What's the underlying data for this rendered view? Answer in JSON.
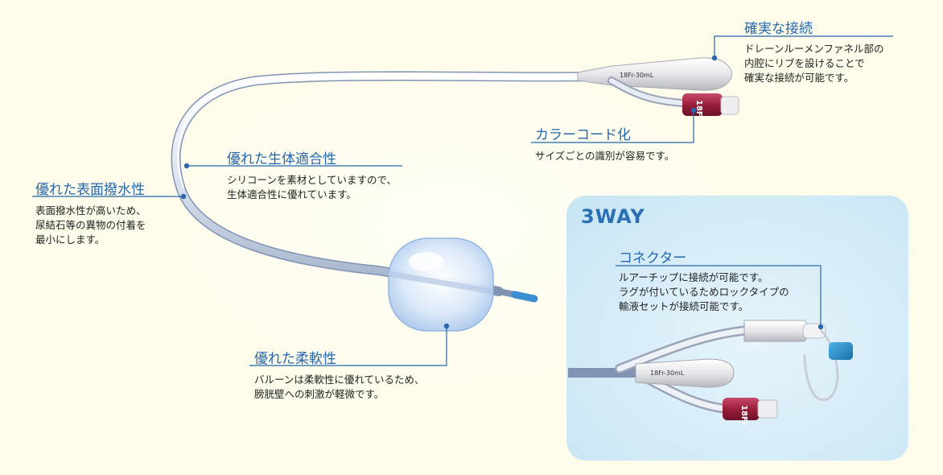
{
  "panel": {
    "title": "3WAY"
  },
  "annotations": {
    "connection": {
      "title": "確実な接続",
      "lines": [
        "ドレーンルーメンファネル部の",
        "内腔にリブを設けることで",
        "確実な接続が可能です。"
      ]
    },
    "color_code": {
      "title": "カラーコード化",
      "lines": [
        "サイズごとの識別が容易です。"
      ]
    },
    "biocompat": {
      "title": "優れた生体適合性",
      "lines": [
        "シリコーンを素材としていますので、",
        "生体適合性に優れています。"
      ]
    },
    "water_repellent": {
      "title": "優れた表面撥水性",
      "lines": [
        "表面撥水性が高いため、",
        "尿結石等の異物の付着を",
        "最小にします。"
      ]
    },
    "flexibility": {
      "title": "優れた柔軟性",
      "lines": [
        "バルーンは柔軟性に優れているため、",
        "膀胱壁への刺激が軽微です。"
      ]
    },
    "connector": {
      "title": "コネクター",
      "lines": [
        "ルアーチップに接続が可能です。",
        "ラグが付いているためロックタイプの",
        "輸液セットが接続可能です。"
      ]
    }
  },
  "labels": {
    "main_funnel": "18Fr-30mL",
    "main_valve": "18Fr",
    "threeway_funnel": "18Fr-30mL",
    "threeway_valve": "18Fr"
  },
  "colors": {
    "background": "#fdfbe9",
    "accent_blue": "#2667ad",
    "valve_red": "#9b1f3c",
    "panel_blue": "#cfe9f6"
  }
}
